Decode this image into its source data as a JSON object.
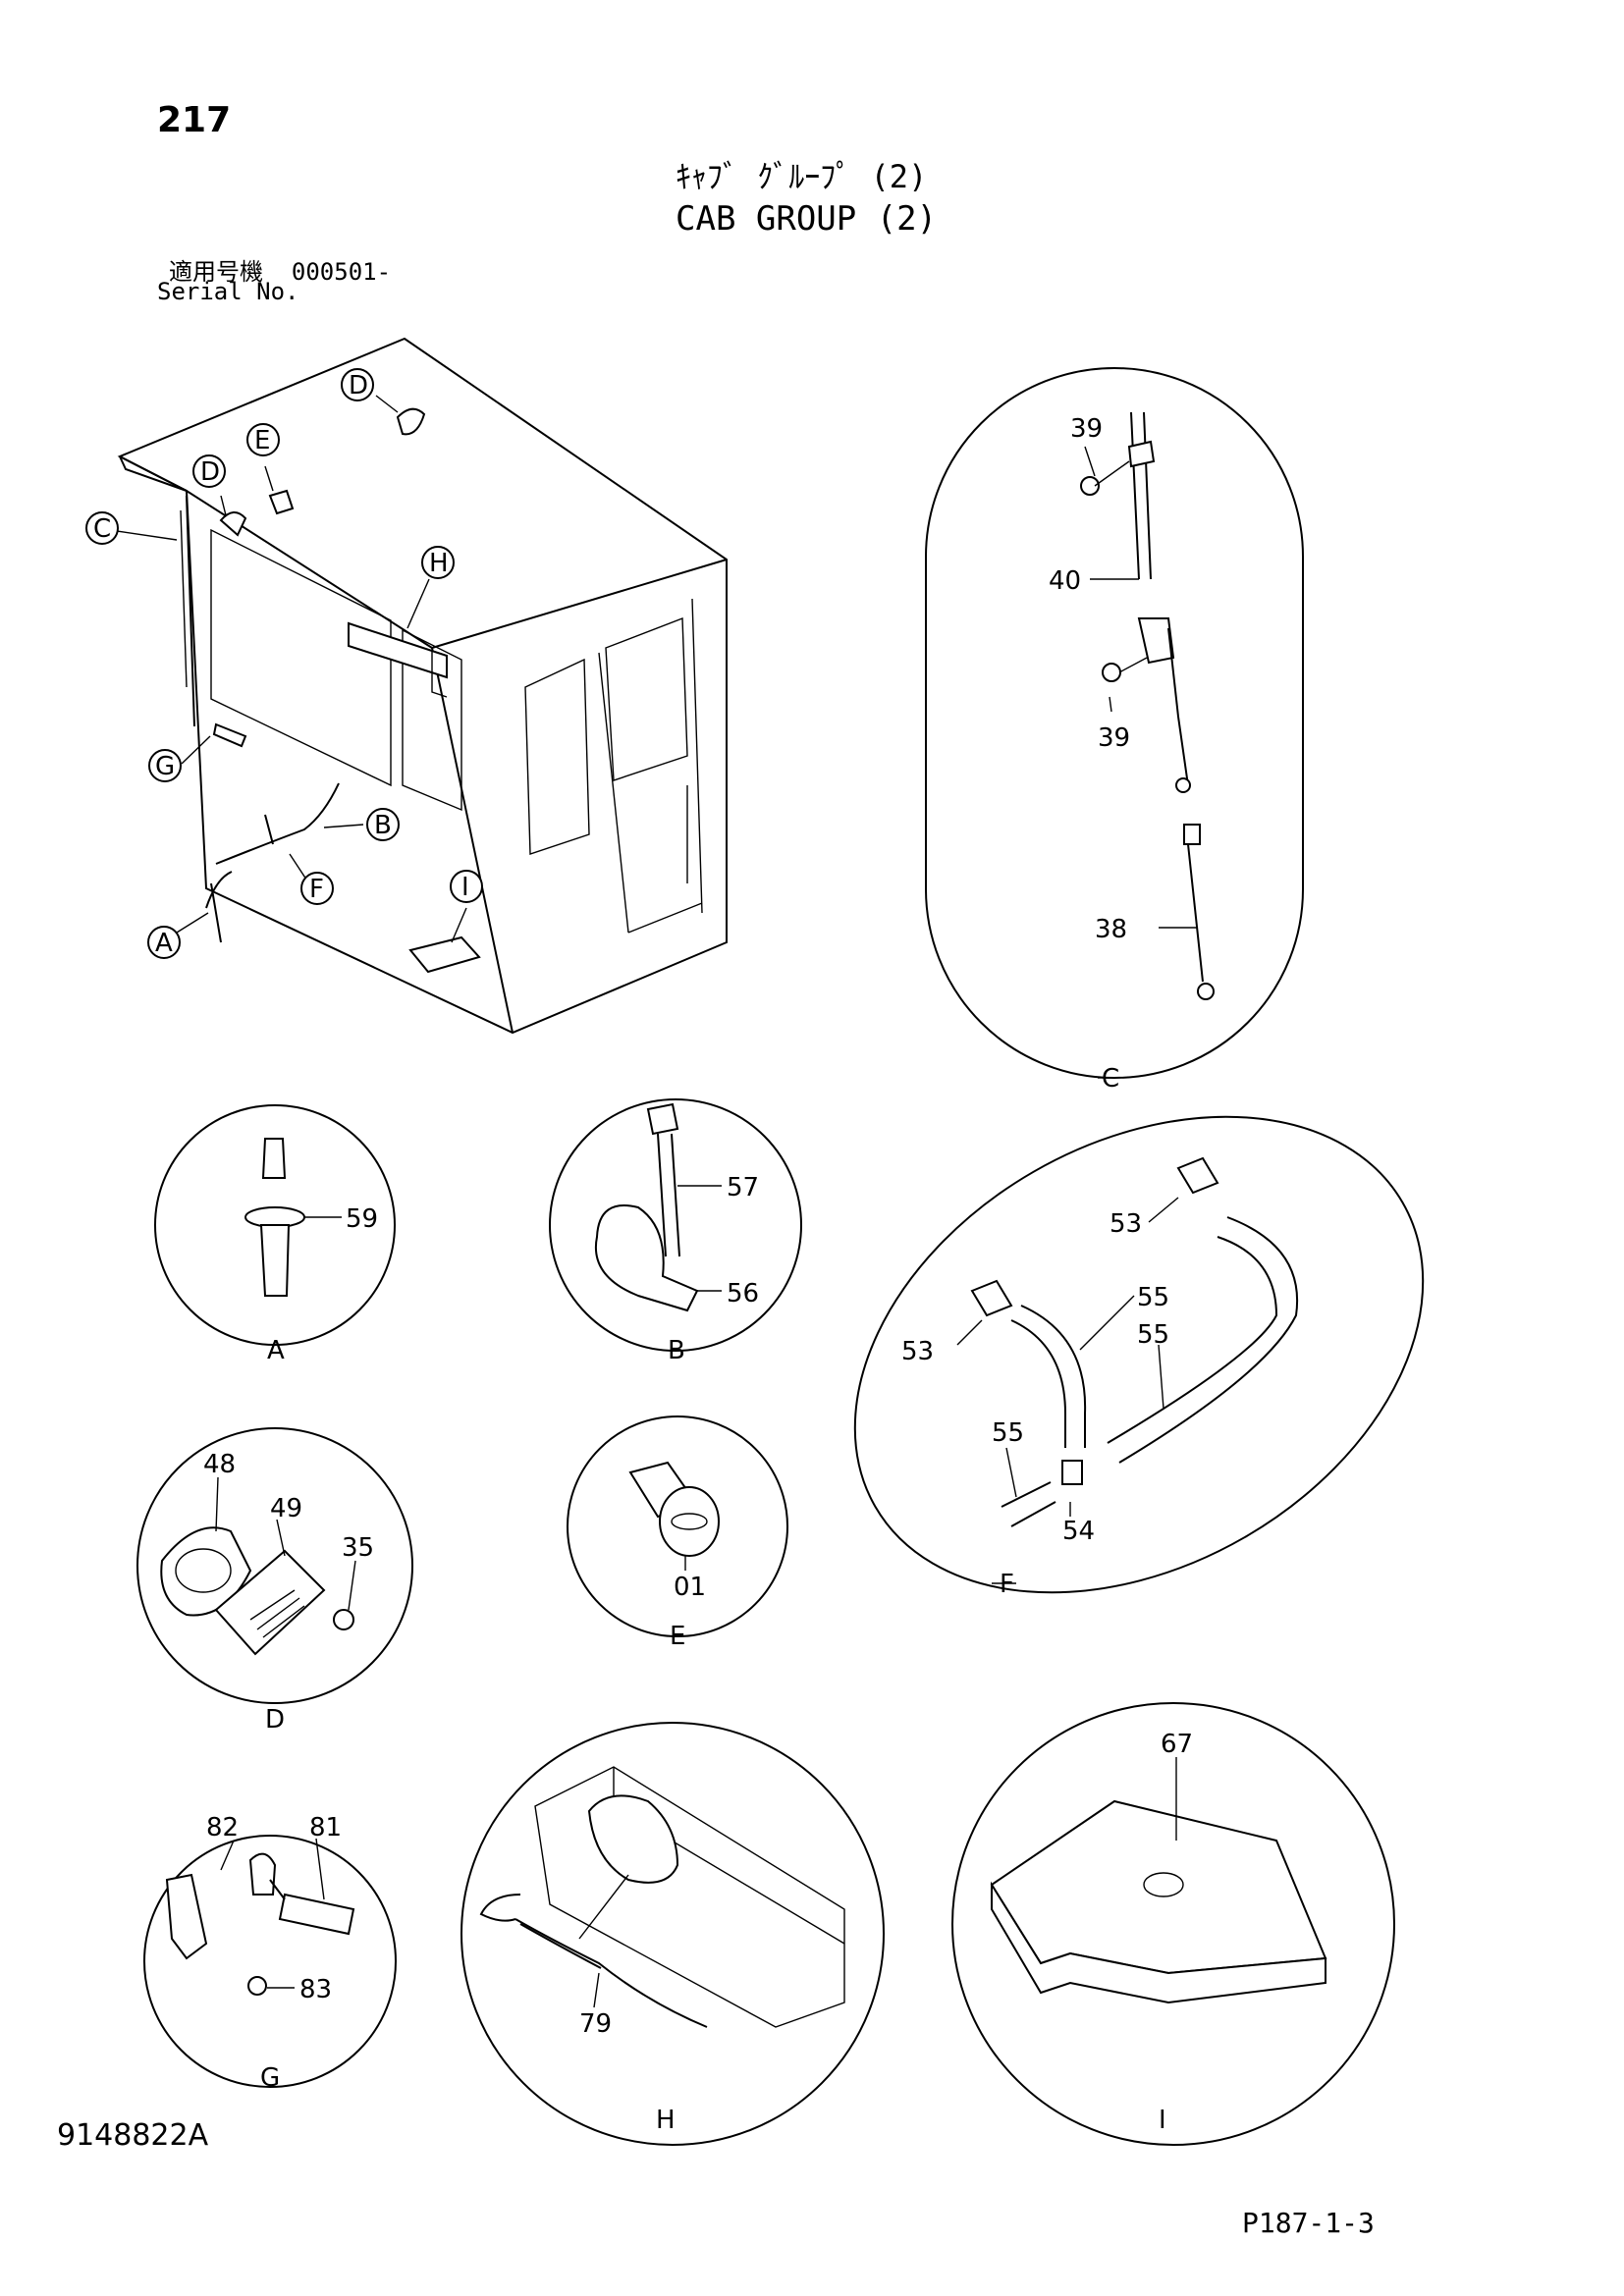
{
  "header": {
    "page_number": "217",
    "title_jp": "ｷｬﾌﾞ ｸﾞﾙｰﾌﾟ (2)",
    "title_en": "CAB GROUP (2)",
    "serial_label_jp": "適用号機  000501-",
    "serial_label_en": "Serial No."
  },
  "footer": {
    "drawing_number": "9148822A",
    "page_reference": "P187-1-3"
  },
  "main_view": {
    "callouts": [
      "A",
      "B",
      "C",
      "D",
      "D",
      "E",
      "F",
      "G",
      "H",
      "I"
    ]
  },
  "details": [
    {
      "id": "A",
      "label": "A",
      "parts": [
        "59"
      ]
    },
    {
      "id": "B",
      "label": "B",
      "parts": [
        "57",
        "56"
      ]
    },
    {
      "id": "C",
      "label": "C",
      "parts": [
        "39",
        "40",
        "39",
        "38"
      ]
    },
    {
      "id": "D",
      "label": "D",
      "parts": [
        "48",
        "49",
        "35"
      ]
    },
    {
      "id": "E",
      "label": "E",
      "parts": [
        "01"
      ]
    },
    {
      "id": "F",
      "label": "F",
      "parts": [
        "53",
        "55",
        "53",
        "55",
        "55",
        "54"
      ]
    },
    {
      "id": "G",
      "label": "G",
      "parts": [
        "82",
        "81",
        "83"
      ]
    },
    {
      "id": "H",
      "label": "H",
      "parts": [
        "79"
      ]
    },
    {
      "id": "I",
      "label": "I",
      "parts": [
        "67"
      ]
    }
  ]
}
